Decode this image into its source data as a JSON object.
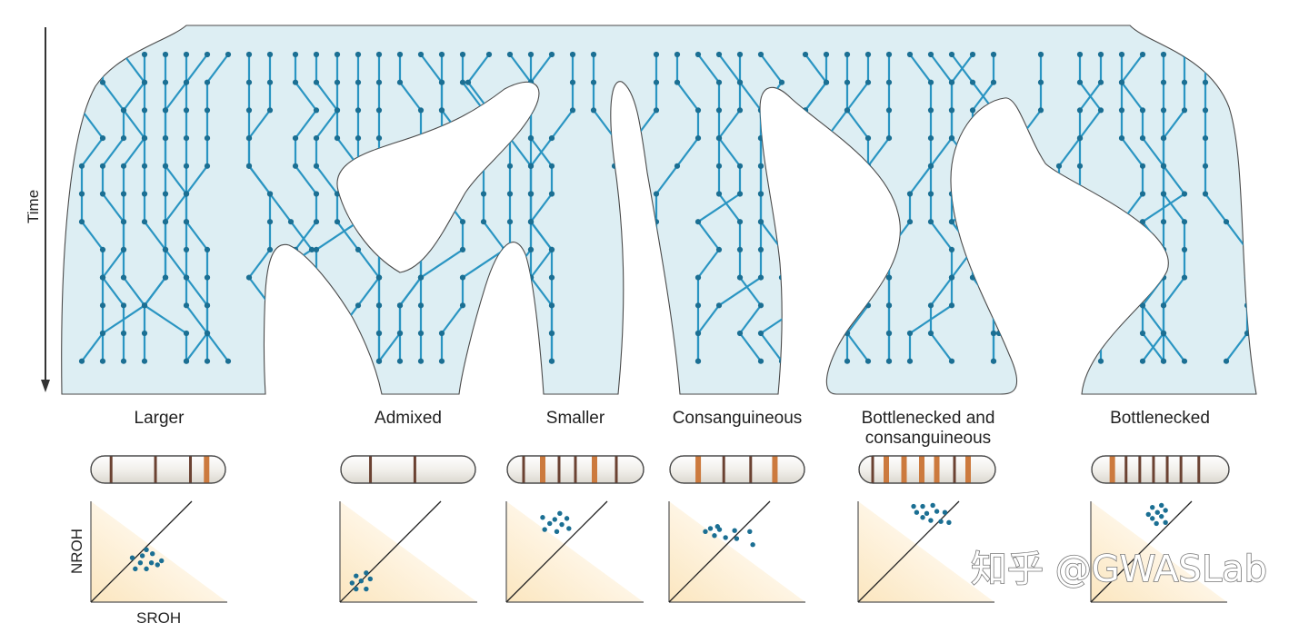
{
  "time_label": "Time",
  "panels": [
    {
      "label": [
        "Larger"
      ],
      "chromosome_bands": [
        {
          "type": "dark",
          "pos": 0.15
        },
        {
          "type": "dark",
          "pos": 0.48
        },
        {
          "type": "dark",
          "pos": 0.74
        },
        {
          "type": "orange",
          "pos": 0.86
        }
      ],
      "roh_points": [
        [
          4.4,
          3.3
        ],
        [
          5.5,
          3.3
        ],
        [
          6.6,
          3.7
        ],
        [
          4.9,
          3.9
        ],
        [
          6.0,
          3.9
        ],
        [
          7.0,
          4.1
        ],
        [
          4.1,
          4.4
        ],
        [
          5.1,
          4.6
        ],
        [
          6.1,
          4.8
        ],
        [
          5.5,
          5.2
        ]
      ]
    },
    {
      "label": [
        "Admixed"
      ],
      "chromosome_bands": [
        {
          "type": "dark",
          "pos": 0.22
        },
        {
          "type": "dark",
          "pos": 0.55
        }
      ],
      "roh_points": [
        [
          1.6,
          1.3
        ],
        [
          2.6,
          1.3
        ],
        [
          1.2,
          1.9
        ],
        [
          2.1,
          2.1
        ],
        [
          3.0,
          2.3
        ],
        [
          1.6,
          2.6
        ],
        [
          2.6,
          2.9
        ]
      ]
    },
    {
      "label": [
        "Smaller"
      ],
      "chromosome_bands": [
        {
          "type": "dark",
          "pos": 0.12
        },
        {
          "type": "orange",
          "pos": 0.26
        },
        {
          "type": "dark",
          "pos": 0.38
        },
        {
          "type": "dark",
          "pos": 0.5
        },
        {
          "type": "orange",
          "pos": 0.64
        },
        {
          "type": "dark",
          "pos": 0.8
        }
      ],
      "roh_points": [
        [
          3.8,
          7.2
        ],
        [
          5.0,
          7.0
        ],
        [
          6.2,
          7.3
        ],
        [
          4.3,
          7.8
        ],
        [
          5.5,
          7.7
        ],
        [
          4.8,
          8.2
        ],
        [
          6.0,
          8.3
        ],
        [
          3.6,
          8.4
        ],
        [
          5.3,
          8.8
        ]
      ]
    },
    {
      "label": [
        "Consanguineous"
      ],
      "chromosome_bands": [
        {
          "type": "orange",
          "pos": 0.21
        },
        {
          "type": "dark",
          "pos": 0.4
        },
        {
          "type": "dark",
          "pos": 0.6
        },
        {
          "type": "orange",
          "pos": 0.78
        }
      ],
      "roh_points": [
        [
          3.6,
          7.0
        ],
        [
          4.5,
          6.6
        ],
        [
          5.6,
          6.4
        ],
        [
          6.7,
          6.3
        ],
        [
          8.3,
          5.7
        ],
        [
          4.1,
          7.3
        ],
        [
          5.0,
          7.2
        ],
        [
          6.5,
          7.1
        ],
        [
          8.0,
          7.0
        ],
        [
          4.8,
          7.5
        ]
      ]
    },
    {
      "label": [
        "Bottlenecked and",
        "consanguineous"
      ],
      "chromosome_bands": [
        {
          "type": "dark",
          "pos": 0.1
        },
        {
          "type": "orange",
          "pos": 0.2
        },
        {
          "type": "orange",
          "pos": 0.33
        },
        {
          "type": "orange",
          "pos": 0.46
        },
        {
          "type": "orange",
          "pos": 0.57
        },
        {
          "type": "dark",
          "pos": 0.7
        },
        {
          "type": "orange",
          "pos": 0.8
        }
      ],
      "roh_points": [
        [
          6.4,
          8.4
        ],
        [
          7.2,
          8.1
        ],
        [
          8.2,
          8.0
        ],
        [
          9.0,
          7.9
        ],
        [
          5.8,
          8.9
        ],
        [
          6.8,
          8.8
        ],
        [
          7.8,
          9.0
        ],
        [
          8.6,
          8.9
        ],
        [
          5.5,
          9.5
        ],
        [
          6.4,
          9.5
        ],
        [
          7.4,
          9.6
        ]
      ]
    },
    {
      "label": [
        "Bottlenecked"
      ],
      "chromosome_bands": [
        {
          "type": "orange",
          "pos": 0.15
        },
        {
          "type": "dark",
          "pos": 0.25
        },
        {
          "type": "dark",
          "pos": 0.35
        },
        {
          "type": "dark",
          "pos": 0.45
        },
        {
          "type": "dark",
          "pos": 0.55
        },
        {
          "type": "dark",
          "pos": 0.65
        },
        {
          "type": "dark",
          "pos": 0.78
        }
      ],
      "roh_points": [
        [
          6.5,
          7.8
        ],
        [
          7.4,
          7.9
        ],
        [
          6.1,
          8.3
        ],
        [
          7.0,
          8.5
        ],
        [
          5.7,
          8.7
        ],
        [
          6.6,
          8.9
        ],
        [
          7.4,
          9.1
        ],
        [
          6.1,
          9.4
        ],
        [
          7.0,
          9.6
        ]
      ]
    }
  ],
  "roh_axes": {
    "ylabel": "NROH",
    "xlabel": "SROH"
  },
  "watermark": "知乎 @GWASLab",
  "colors": {
    "population_fill": "#ddeef3",
    "lineage": "#2a95c2",
    "node": "#1b6f93",
    "chromosome_orange": "#cc7a3e",
    "chromosome_dark": "#6b4232",
    "roh_gradient": "#fbeacb"
  }
}
